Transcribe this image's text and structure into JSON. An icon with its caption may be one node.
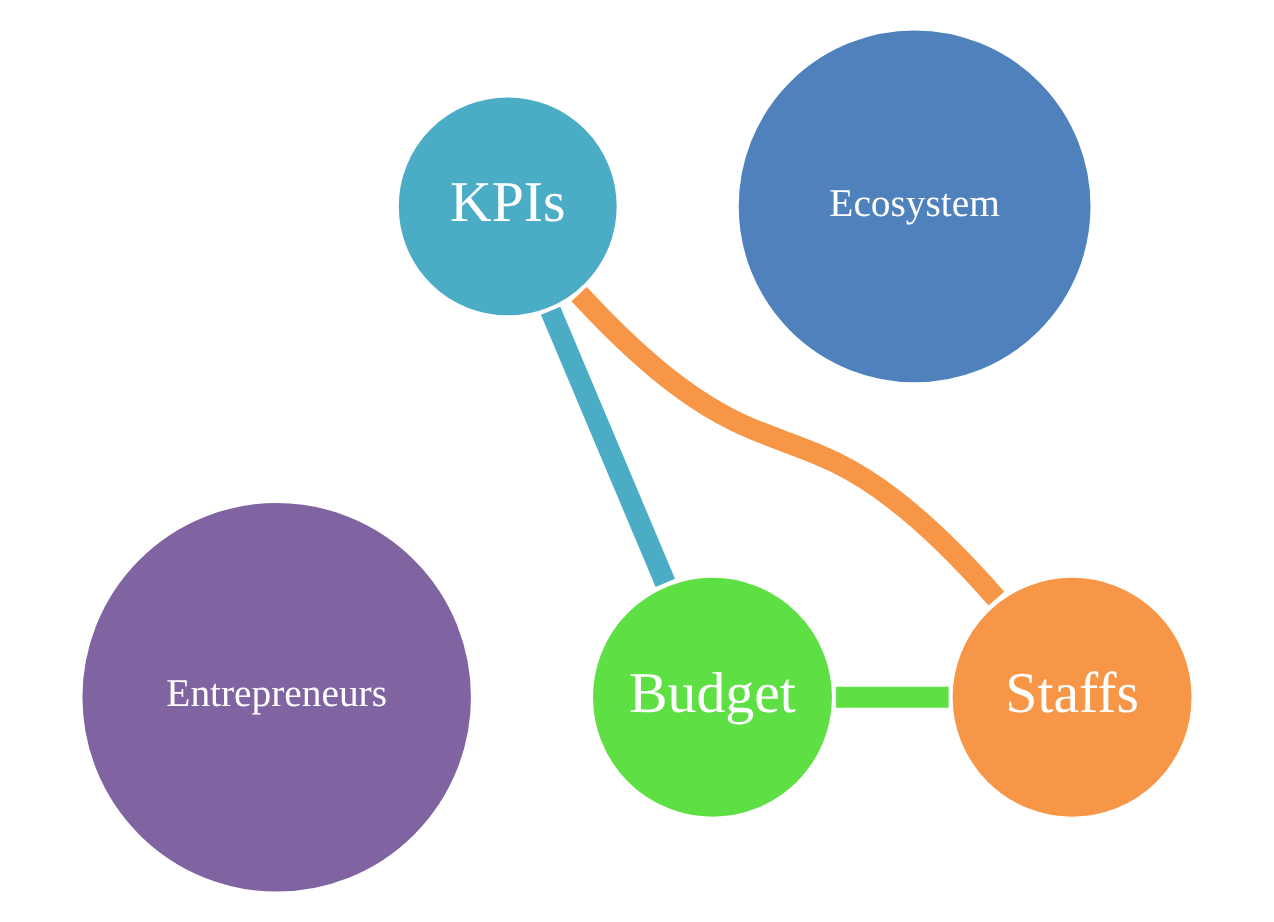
{
  "diagram": {
    "nodes": [
      {
        "text": [
          "KPIs"
        ]
      },
      {
        "text": [
          "Ecosystem"
        ]
      },
      {
        "text": [
          "Entrepreneurs"
        ]
      },
      {
        "text": [
          "Staffs"
        ]
      },
      {
        "text": [
          "Budget"
        ]
      }
    ],
    "edges": [
      {
        "from": 0,
        "to": 4,
        "arrow": "none",
        "color": "#4bacc6"
      },
      {
        "from": 4,
        "to": 3,
        "arrow": "none",
        "color": "#5ee044"
      },
      {
        "from": 3,
        "to": 0,
        "arrow": "none",
        "color": "#f79646"
      }
    ]
  }
}
